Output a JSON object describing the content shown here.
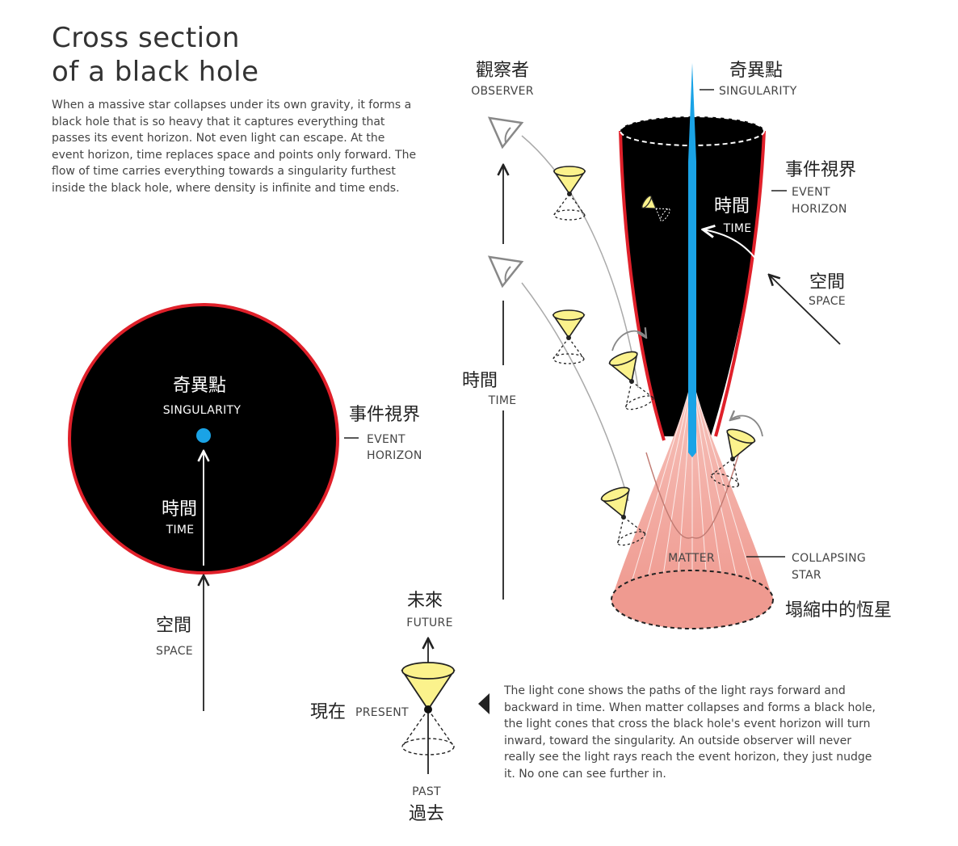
{
  "heading": {
    "title": "Cross section\nof a black hole",
    "intro": "When a massive star collapses under its own gravity, it forms a black hole that is so heavy that it captures everything that passes its event horizon. Not even light can escape. At the event horizon, time replaces space and points only forward. The flow of time carries everything towards a singularity furthest inside the black hole, where density is infinite and time ends."
  },
  "cross_section": {
    "singularity_zh": "奇異點",
    "singularity_en": "SINGULARITY",
    "time_zh": "時間",
    "time_en": "TIME",
    "horizon_zh": "事件視界",
    "horizon_en_1": "EVENT",
    "horizon_en_2": "HORIZON",
    "space_zh": "空間",
    "space_en": "SPACE"
  },
  "spacetime": {
    "observer_zh": "觀察者",
    "observer_en": "OBSERVER",
    "singularity_zh": "奇異點",
    "singularity_en": "SINGULARITY",
    "horizon_zh": "事件視界",
    "horizon_en_1": "EVENT",
    "horizon_en_2": "HORIZON",
    "time_inside_zh": "時間",
    "time_inside_en": "TIME",
    "space_zh": "空間",
    "space_en": "SPACE",
    "time_axis_zh": "時間",
    "time_axis_en": "TIME",
    "matter": "MATTER",
    "collapsing_star_1": "COLLAPSING",
    "collapsing_star_2": "STAR",
    "collapsing_star_zh": "塌縮中的恆星"
  },
  "light_cone": {
    "future_zh": "未來",
    "future_en": "FUTURE",
    "present_zh": "現在",
    "present_en": "PRESENT",
    "past_en": "PAST",
    "past_zh": "過去",
    "caption": "The light cone shows the paths of the light rays forward and backward in time. When matter collapses and forms a black hole, the light cones that cross the black hole's event horizon will turn inward, toward the singularity. An outside observer will never really see the light rays reach the event horizon, they just nudge it. No one can see further in."
  },
  "colors": {
    "black_hole": "#000000",
    "horizon_rim": "#e0202a",
    "singularity": "#1aa3e6",
    "cone_fill": "#fbf28c",
    "star_fill": "#f2a8a0"
  }
}
